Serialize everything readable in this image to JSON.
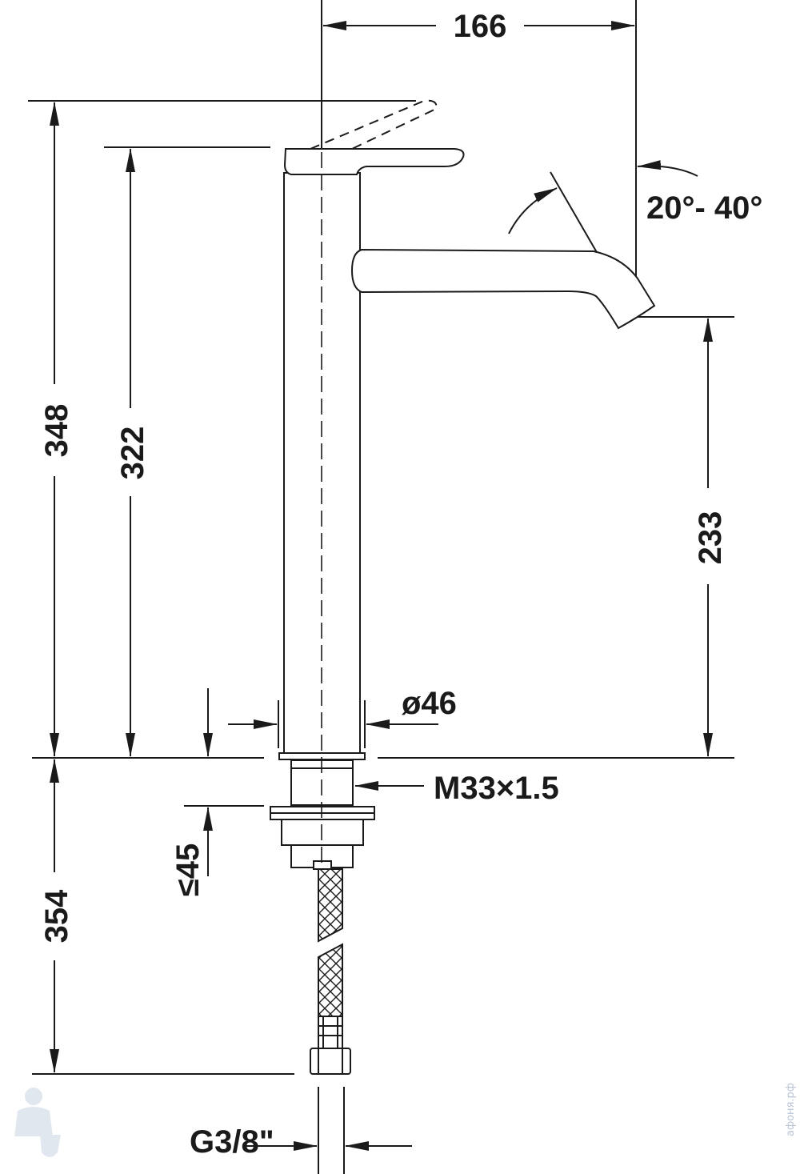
{
  "dimensions": {
    "width_top": "166",
    "angle": "20°- 40°",
    "height_total": "348",
    "height_body": "322",
    "spout_height": "233",
    "diameter": "ø46",
    "thread": "M33×1.5",
    "max_deck": "≤45",
    "below_deck": "354",
    "connection": "G3/8\""
  },
  "watermark": {
    "text": "афоня.рф"
  },
  "colors": {
    "line": "#1a1a1a",
    "watermark": "#b9c6d6"
  }
}
